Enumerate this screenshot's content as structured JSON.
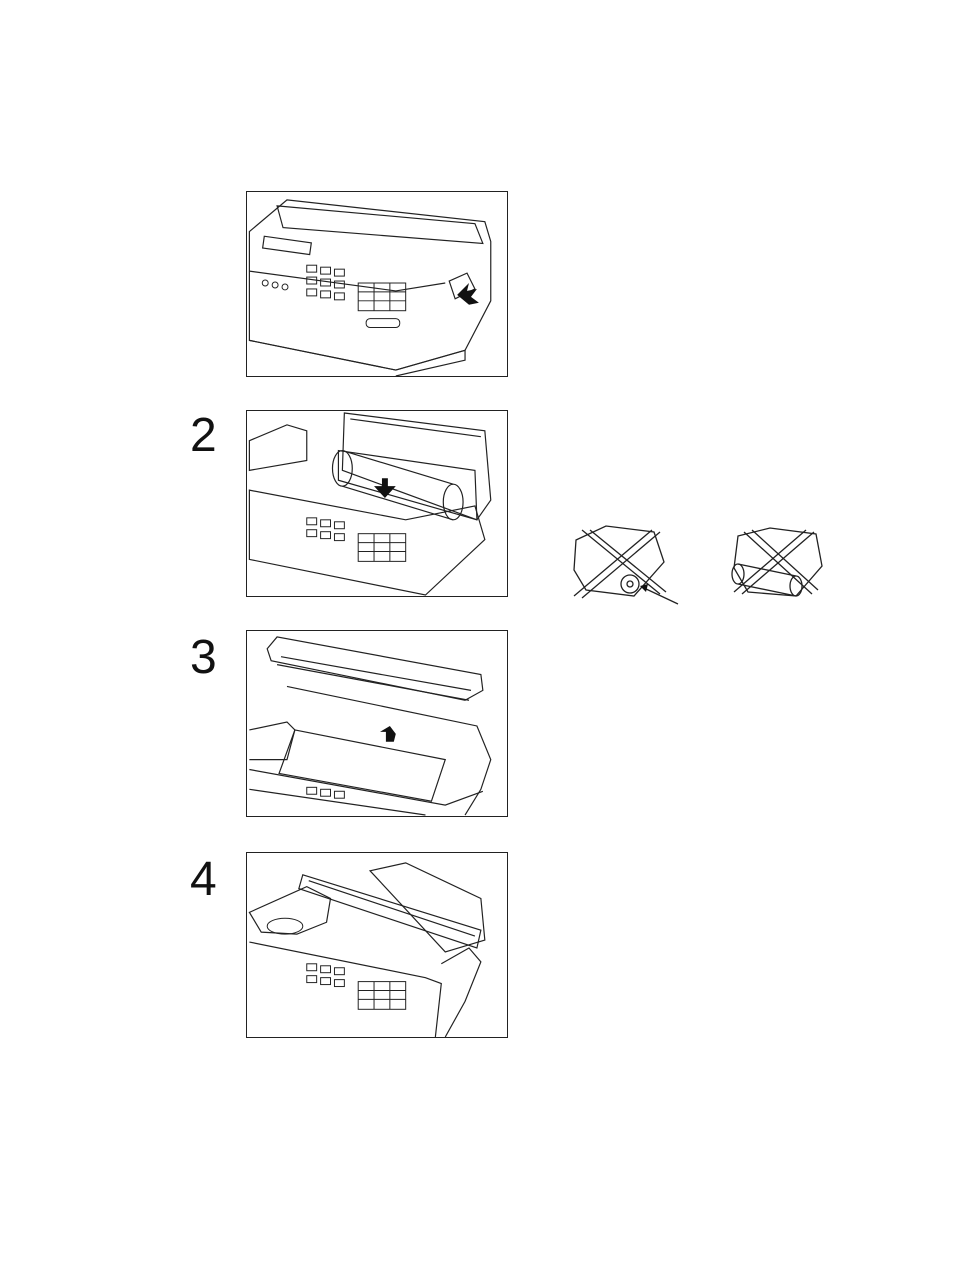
{
  "steps": [
    {
      "number": "",
      "figure": "fax-side-release-lever"
    },
    {
      "number": "2",
      "figure": "fax-paper-roll-insert"
    },
    {
      "number": "3",
      "figure": "fax-paper-leading-edge-up"
    },
    {
      "number": "4",
      "figure": "fax-cover-close"
    }
  ],
  "wrong_examples": [
    {
      "icon": "paper-roll-wrong-orientation-icon"
    },
    {
      "icon": "paper-roll-wrong-orientation-icon"
    }
  ]
}
